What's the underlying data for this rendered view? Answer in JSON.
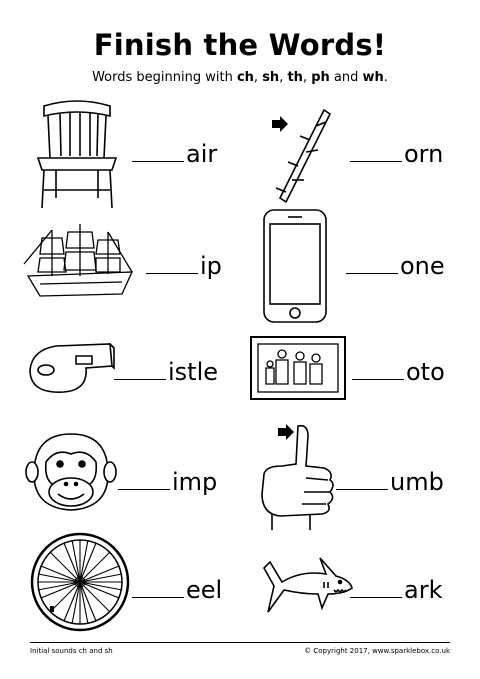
{
  "title": "Finish the Words!",
  "subtitle": {
    "prefix": "Words beginning with ",
    "d1": "ch",
    "sep1": ", ",
    "d2": "sh",
    "sep2": ", ",
    "d3": "th",
    "sep3": ", ",
    "d4": "ph",
    "sep4": " and ",
    "d5": "wh",
    "suffix": "."
  },
  "items": [
    {
      "picture": "chair-icon",
      "blank": "____",
      "ending": "air"
    },
    {
      "picture": "thorn-branch-icon",
      "blank": "____",
      "ending": "orn"
    },
    {
      "picture": "ship-icon",
      "blank": "____",
      "ending": "ip"
    },
    {
      "picture": "phone-icon",
      "blank": "____",
      "ending": "one"
    },
    {
      "picture": "whistle-icon",
      "blank": "____",
      "ending": "istle"
    },
    {
      "picture": "photo-icon",
      "blank": "____",
      "ending": "oto"
    },
    {
      "picture": "chimp-icon",
      "blank": "____",
      "ending": "imp"
    },
    {
      "picture": "thumb-icon",
      "blank": "____",
      "ending": "umb"
    },
    {
      "picture": "wheel-icon",
      "blank": "____",
      "ending": "eel"
    },
    {
      "picture": "shark-icon",
      "blank": "____",
      "ending": "ark"
    }
  ],
  "footer": {
    "left": "Initial sounds ch and sh",
    "right": "© Copyright 2017, www.sparklebox.co.uk"
  }
}
